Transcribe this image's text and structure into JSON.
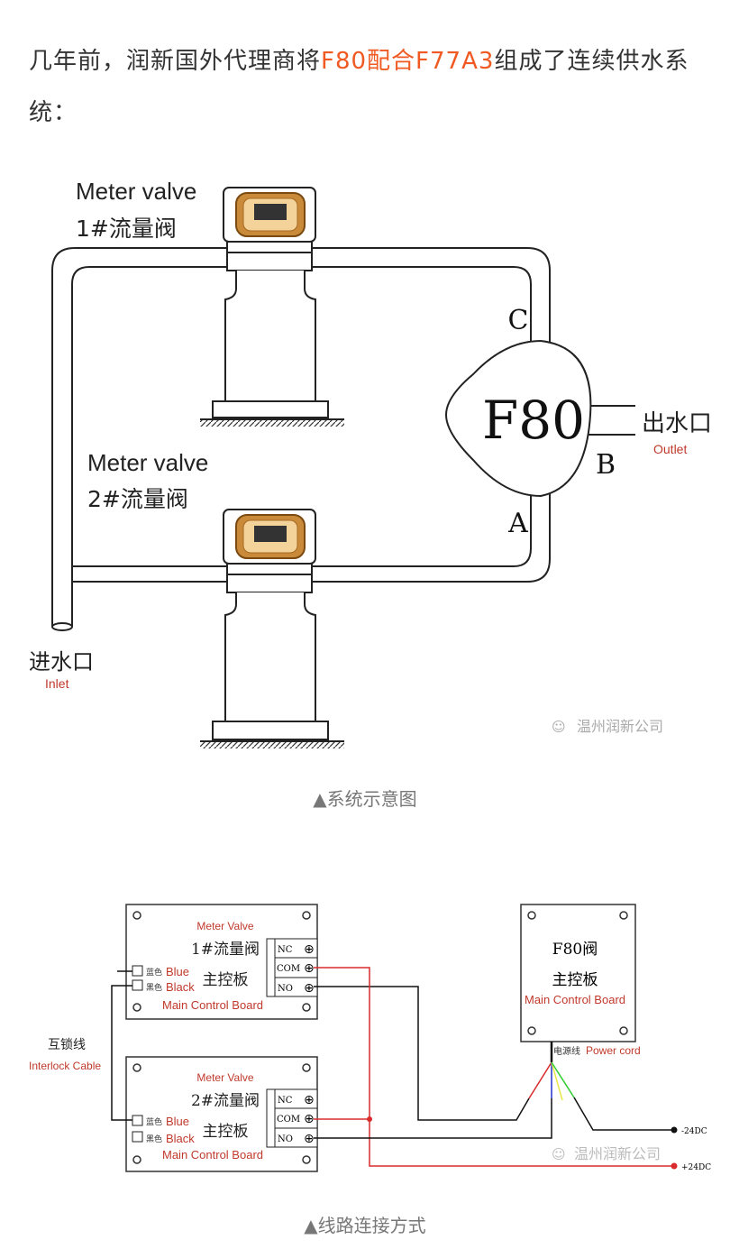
{
  "intro": {
    "part1": "几年前，润新国外代理商将",
    "highlight": "F80配合F77A3",
    "part2": "组成了连续供水系统："
  },
  "diagram1": {
    "valve1_en": "Meter valve",
    "valve1_cn": "1#流量阀",
    "valve2_en": "Meter valve",
    "valve2_cn": "2#流量阀",
    "f80": "F80",
    "port_c": "C",
    "port_a": "A",
    "port_b": "B",
    "outlet_cn": "出水口",
    "outlet_en": "Outlet",
    "inlet_cn": "进水口",
    "inlet_en": "Inlet",
    "watermark": "温州润新公司"
  },
  "caption1": "▲系统示意图",
  "diagram2": {
    "board1_en": "Meter Valve",
    "board1_cn": "1#流量阀",
    "board2_en": "Meter Valve",
    "board2_cn": "2#流量阀",
    "main_board_cn": "主控板",
    "main_board_en": "Main Control Board",
    "blue_cn": "蓝色",
    "blue_en": "Blue",
    "black_cn": "黑色",
    "black_en": "Black",
    "nc": "NC",
    "com": "COM",
    "no": "NO",
    "interlock_cn": "互锁线",
    "interlock_en": "Interlock Cable",
    "f80_title": "F80阀",
    "power_cn": "电源线",
    "power_en": "Power cord",
    "neg": "-24DC",
    "pos": "+24DC",
    "watermark": "温州润新公司",
    "colors": {
      "red": "#d92b2b",
      "label": "#c0392b",
      "blue": "#2233cc",
      "yellow": "#e8e84a",
      "green": "#33cc33"
    }
  },
  "caption2": "▲线路连接方式"
}
